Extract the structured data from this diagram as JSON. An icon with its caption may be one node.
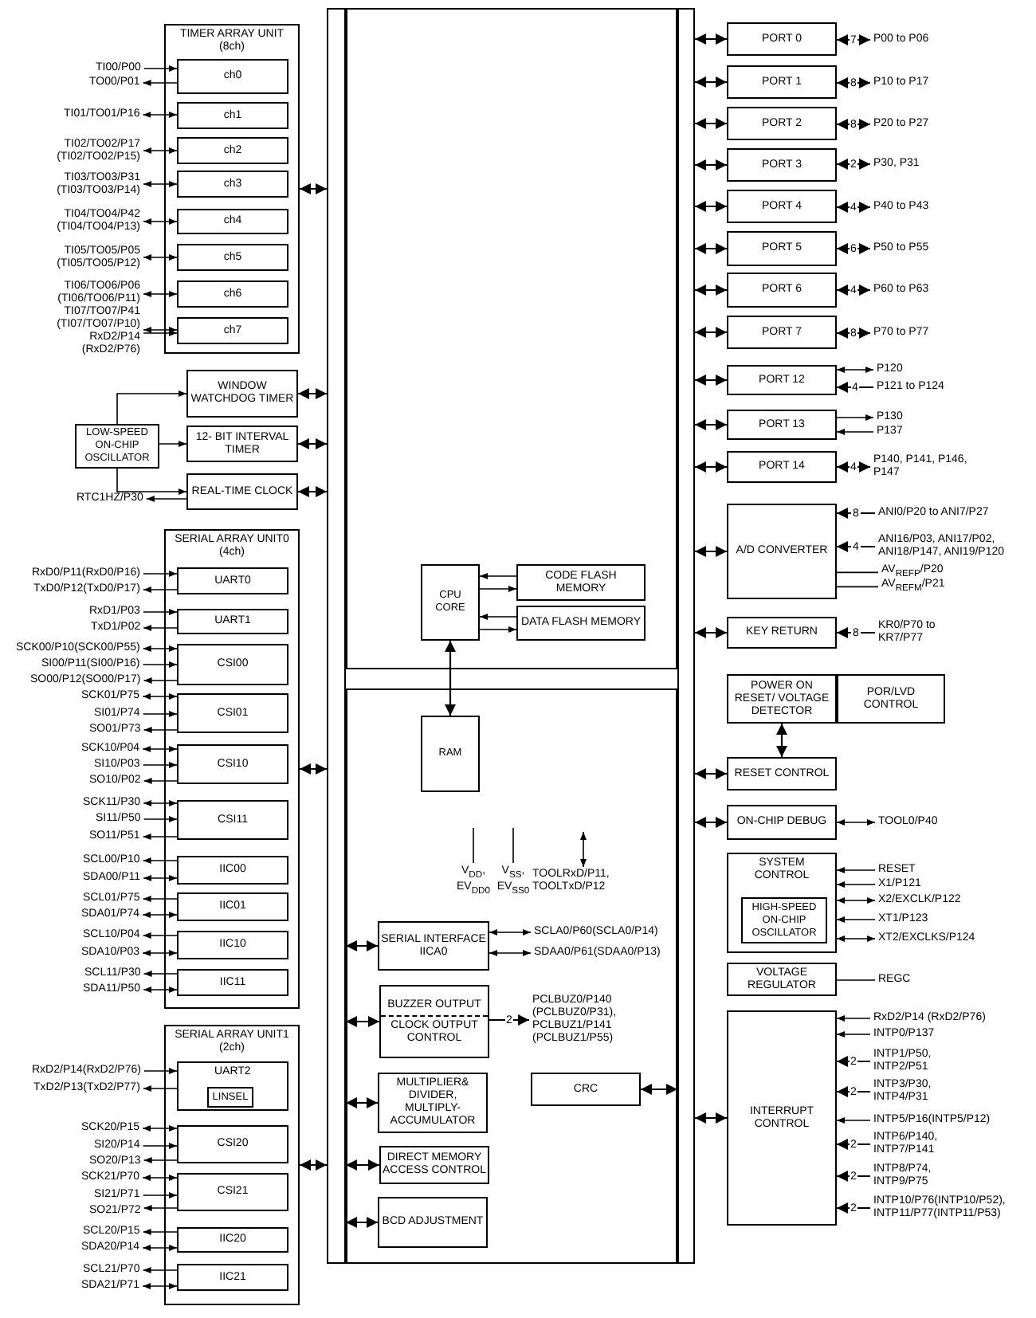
{
  "diagram": {
    "nodes": [
      {
        "text": [
          "TIMER ARRAY UNIT (8ch)"
        ]
      },
      {
        "text": [
          "ch0"
        ],
        "in": 0
      },
      {
        "text": [
          "ch1"
        ],
        "in": 0
      },
      {
        "text": [
          "ch2"
        ],
        "in": 0
      },
      {
        "text": [
          "ch3"
        ],
        "in": 0
      },
      {
        "text": [
          "ch4"
        ],
        "in": 0
      },
      {
        "text": [
          "ch5"
        ],
        "in": 0
      },
      {
        "text": [
          "ch6"
        ],
        "in": 0
      },
      {
        "text": [
          "ch7"
        ],
        "in": 0
      },
      {
        "text": [
          "TI00/P00"
        ]
      },
      {
        "text": [
          "TO00/P01"
        ]
      },
      {
        "text": [
          "TI01/TO01/P16"
        ]
      },
      {
        "text": [
          "TI02/TO02/P17 (TI02/TO02/P15)"
        ]
      },
      {
        "text": [
          "TI03/TO03/P31 (TI03/TO03/P14)"
        ]
      },
      {
        "text": [
          "TI04/TO04/P42 (TI04/TO04/P13)"
        ]
      },
      {
        "text": [
          "TI05/TO05/P05 (TI05/TO05/P12)"
        ]
      },
      {
        "text": [
          "TI06/TO06/P06 (TI06/TO06/P11)"
        ]
      },
      {
        "text": [
          "TI07/TO07/P41 (TI07/TO07/P10)"
        ]
      },
      {
        "text": [
          "RxD2/P14 (RxD2/P76)"
        ]
      },
      {
        "text": [
          "WINDOW WATCHDOG TIMER"
        ]
      },
      {
        "text": [
          "12- BIT INTERVAL TIMER"
        ]
      },
      {
        "text": [
          "LOW-SPEED ON-CHIP OSCILLATOR"
        ]
      },
      {
        "text": [
          "REAL-TIME CLOCK"
        ]
      },
      {
        "text": [
          "RTC1HZ/P30"
        ]
      },
      {
        "text": [
          "SERIAL ARRAY UNIT0 (4ch)"
        ]
      },
      {
        "text": [
          "UART0"
        ],
        "in": 24
      },
      {
        "text": [
          "UART1"
        ],
        "in": 24
      },
      {
        "text": [
          "CSI00"
        ],
        "in": 24
      },
      {
        "text": [
          "CSI01"
        ],
        "in": 24
      },
      {
        "text": [
          "CSI10"
        ],
        "in": 24
      },
      {
        "text": [
          "CSI11"
        ],
        "in": 24
      },
      {
        "text": [
          "IIC00"
        ],
        "in": 24
      },
      {
        "text": [
          "IIC01"
        ],
        "in": 24
      },
      {
        "text": [
          "IIC10"
        ],
        "in": 24
      },
      {
        "text": [
          "IIC11"
        ],
        "in": 24
      },
      {
        "text": [
          "RxD0/P11(RxD0/P16)"
        ]
      },
      {
        "text": [
          "TxD0/P12(TxD0/P17)"
        ]
      },
      {
        "text": [
          "RxD1/P03"
        ]
      },
      {
        "text": [
          "TxD1/P02"
        ]
      },
      {
        "text": [
          "SCK00/P10(SCK00/P55)"
        ]
      },
      {
        "text": [
          "SI00/P11(SI00/P16)"
        ]
      },
      {
        "text": [
          "SO00/P12(SO00/P17)"
        ]
      },
      {
        "text": [
          "SCK01/P75"
        ]
      },
      {
        "text": [
          "SI01/P74"
        ]
      },
      {
        "text": [
          "SO01/P73"
        ]
      },
      {
        "text": [
          "SCK10/P04"
        ]
      },
      {
        "text": [
          "SI10/P03"
        ]
      },
      {
        "text": [
          "SO10/P02"
        ]
      },
      {
        "text": [
          "SCK11/P30"
        ]
      },
      {
        "text": [
          "SI11/P50"
        ]
      },
      {
        "text": [
          "SO11/P51"
        ]
      },
      {
        "text": [
          "SCL00/P10"
        ]
      },
      {
        "text": [
          "SDA00/P11"
        ]
      },
      {
        "text": [
          "SCL01/P75"
        ]
      },
      {
        "text": [
          "SDA01/P74"
        ]
      },
      {
        "text": [
          "SCL10/P04"
        ]
      },
      {
        "text": [
          "SDA10/P03"
        ]
      },
      {
        "text": [
          "SCL11/P30"
        ]
      },
      {
        "text": [
          "SDA11/P50"
        ]
      },
      {
        "text": [
          "SERIAL ARRAY UNIT1 (2ch)"
        ]
      },
      {
        "text": [
          "UART2"
        ],
        "in": 59
      },
      {
        "text": [
          "LINSEL"
        ],
        "in": 60
      },
      {
        "text": [
          "CSI20"
        ],
        "in": 59
      },
      {
        "text": [
          "CSI21"
        ],
        "in": 59
      },
      {
        "text": [
          "IIC20"
        ],
        "in": 59
      },
      {
        "text": [
          "IIC21"
        ],
        "in": 59
      },
      {
        "text": [
          "RxD2/P14(RxD2/P76)"
        ]
      },
      {
        "text": [
          "TxD2/P13(TxD2/P77)"
        ]
      },
      {
        "text": [
          "SCK20/P15"
        ]
      },
      {
        "text": [
          "SI20/P14"
        ]
      },
      {
        "text": [
          "SO20/P13"
        ]
      },
      {
        "text": [
          "SCK21/P70"
        ]
      },
      {
        "text": [
          "SI21/P71"
        ]
      },
      {
        "text": [
          "SO21/P72"
        ]
      },
      {
        "text": [
          "SCL20/P15"
        ]
      },
      {
        "text": [
          "SDA20/P14"
        ]
      },
      {
        "text": [
          "SCL21/P70"
        ]
      },
      {
        "text": [
          "SDA21/P71"
        ]
      },
      {
        "text": [],
        "shape": "bar"
      },
      {
        "text": [],
        "shape": "box"
      },
      {
        "text": [
          "CPU CORE"
        ],
        "in": 79
      },
      {
        "text": [
          "CODE FLASH MEMORY"
        ],
        "in": 79
      },
      {
        "text": [
          "DATA FLASH MEMORY"
        ],
        "in": 79
      },
      {
        "text": [],
        "shape": "box"
      },
      {
        "text": [
          "RAM"
        ],
        "in": 83
      },
      {
        "text": [
          "V$_{DD}$, EV$_{DD0}$"
        ],
        "in": 83
      },
      {
        "text": [
          "V$_{SS}$, EV$_{SS0}$"
        ],
        "in": 83
      },
      {
        "text": [
          "TOOLRxD/P11, TOOLTxD/P12"
        ],
        "in": 83
      },
      {
        "text": [
          "SERIAL INTERFACE IICA0"
        ],
        "in": 83
      },
      {
        "text": [
          "SCLA0/P60(SCLA0/P14)"
        ],
        "in": 83
      },
      {
        "text": [
          "SDAA0/P61(SDAA0/P13)"
        ],
        "in": 83
      },
      {
        "text": [
          "BUZZER OUTPUT",
          "CLOCK OUTPUT CONTROL"
        ],
        "in": 83
      },
      {
        "text": [
          "PCLBUZ0/P140 (PCLBUZ0/P31), PCLBUZ1/P141 (PCLBUZ1/P55)"
        ],
        "in": 83
      },
      {
        "text": [
          "MULTIPLIER& DIVIDER, MULTIPLY-ACCUMULATOR"
        ],
        "in": 83
      },
      {
        "text": [
          "DIRECT MEMORY ACCESS CONTROL"
        ],
        "in": 83
      },
      {
        "text": [
          "BCD ADJUSTMENT"
        ],
        "in": 83
      },
      {
        "text": [
          "CRC"
        ],
        "in": 83
      },
      {
        "text": [],
        "shape": "bar"
      },
      {
        "text": [
          "PORT 0"
        ]
      },
      {
        "text": [
          "PORT 1"
        ]
      },
      {
        "text": [
          "PORT 2"
        ]
      },
      {
        "text": [
          "PORT 3"
        ]
      },
      {
        "text": [
          "PORT 4"
        ]
      },
      {
        "text": [
          "PORT 5"
        ]
      },
      {
        "text": [
          "PORT 6"
        ]
      },
      {
        "text": [
          "PORT 7"
        ]
      },
      {
        "text": [
          "PORT 12"
        ]
      },
      {
        "text": [
          "PORT 13"
        ]
      },
      {
        "text": [
          "PORT 14"
        ]
      },
      {
        "text": [
          "P00 to P06"
        ]
      },
      {
        "text": [
          "P10 to P17"
        ]
      },
      {
        "text": [
          "P20 to P27"
        ]
      },
      {
        "text": [
          "P30, P31"
        ]
      },
      {
        "text": [
          "P40 to P43"
        ]
      },
      {
        "text": [
          "P50 to P55"
        ]
      },
      {
        "text": [
          "P60 to P63"
        ]
      },
      {
        "text": [
          "P70 to P77"
        ]
      },
      {
        "text": [
          "P120"
        ]
      },
      {
        "text": [
          "P121 to P124"
        ]
      },
      {
        "text": [
          "P130"
        ]
      },
      {
        "text": [
          "P137"
        ]
      },
      {
        "text": [
          "P140, P141, P146, P147"
        ]
      },
      {
        "text": [
          "A/D CONVERTER"
        ]
      },
      {
        "text": [
          "ANI0/P20 to ANI7/P27"
        ]
      },
      {
        "text": [
          "ANI16/P03, ANI17/P02, ANI18/P147, ANI19/P120"
        ]
      },
      {
        "text": [
          "AV$_{REFP}$/P20"
        ]
      },
      {
        "text": [
          "AV$_{REFM}$/P21"
        ]
      },
      {
        "text": [
          "KEY RETURN"
        ]
      },
      {
        "text": [
          "KR0/P70 to KR7/P77"
        ]
      },
      {
        "text": [
          "POWER ON RESET/ VOLTAGE DETECTOR"
        ]
      },
      {
        "text": [
          "POR/LVD CONTROL"
        ]
      },
      {
        "text": [
          "RESET CONTROL"
        ]
      },
      {
        "text": [
          "ON-CHIP DEBUG"
        ]
      },
      {
        "text": [
          "TOOL0/P40"
        ]
      },
      {
        "text": [
          "SYSTEM CONTROL"
        ]
      },
      {
        "text": [
          "HIGH-SPEED ON-CHIP OSCILLATOR"
        ],
        "in": 134
      },
      {
        "text": [
          "RESET"
        ]
      },
      {
        "text": [
          "X1/P121"
        ]
      },
      {
        "text": [
          "X2/EXCLK/P122"
        ]
      },
      {
        "text": [
          "XT1/P123"
        ]
      },
      {
        "text": [
          "XT2/EXCLKS/P124"
        ]
      },
      {
        "text": [
          "VOLTAGE REGULATOR"
        ]
      },
      {
        "text": [
          "REGC"
        ]
      },
      {
        "text": [
          "INTERRUPT CONTROL"
        ]
      },
      {
        "text": [
          "RxD2/P14 (RxD2/P76)"
        ]
      },
      {
        "text": [
          "INTP0/P137"
        ]
      },
      {
        "text": [
          "INTP1/P50, INTP2/P51"
        ]
      },
      {
        "text": [
          "INTP3/P30, INTP4/P31"
        ]
      },
      {
        "text": [
          "INTP5/P16(INTP5/P12)"
        ]
      },
      {
        "text": [
          "INTP6/P140, INTP7/P141"
        ]
      },
      {
        "text": [
          "INTP8/P74, INTP9/P75"
        ]
      },
      {
        "text": [
          "INTP10/P76(INTP10/P52), INTP11/P77(INTP11/P53)"
        ]
      }
    ],
    "edges": [
      {
        "from": 9,
        "to": 1,
        "arrow": "to"
      },
      {
        "from": 1,
        "to": 10,
        "arrow": "to"
      },
      {
        "from": 11,
        "to": 2,
        "arrow": "both"
      },
      {
        "from": 12,
        "to": 3,
        "arrow": "both"
      },
      {
        "from": 13,
        "to": 4,
        "arrow": "both"
      },
      {
        "from": 14,
        "to": 5,
        "arrow": "both"
      },
      {
        "from": 15,
        "to": 6,
        "arrow": "both"
      },
      {
        "from": 16,
        "to": 7,
        "arrow": "both"
      },
      {
        "from": 17,
        "to": 8,
        "arrow": "both"
      },
      {
        "from": 18,
        "to": 8,
        "arrow": "to"
      },
      {
        "from": 0,
        "to": 78,
        "arrow": "both"
      },
      {
        "from": 19,
        "to": 78,
        "arrow": "both"
      },
      {
        "from": 20,
        "to": 78,
        "arrow": "both"
      },
      {
        "from": 22,
        "to": 78,
        "arrow": "both"
      },
      {
        "from": 21,
        "to": 19,
        "arrow": "to"
      },
      {
        "from": 21,
        "to": 20,
        "arrow": "to"
      },
      {
        "from": 21,
        "to": 22,
        "arrow": "to"
      },
      {
        "from": 22,
        "to": 23,
        "arrow": "to"
      },
      {
        "from": 35,
        "to": 25,
        "arrow": "to"
      },
      {
        "from": 25,
        "to": 36,
        "arrow": "to"
      },
      {
        "from": 37,
        "to": 26,
        "arrow": "to"
      },
      {
        "from": 26,
        "to": 38,
        "arrow": "to"
      },
      {
        "from": 39,
        "to": 27,
        "arrow": "both"
      },
      {
        "from": 40,
        "to": 27,
        "arrow": "to"
      },
      {
        "from": 27,
        "to": 41,
        "arrow": "to"
      },
      {
        "from": 42,
        "to": 28,
        "arrow": "both"
      },
      {
        "from": 43,
        "to": 28,
        "arrow": "to"
      },
      {
        "from": 28,
        "to": 44,
        "arrow": "to"
      },
      {
        "from": 45,
        "to": 29,
        "arrow": "both"
      },
      {
        "from": 46,
        "to": 29,
        "arrow": "to"
      },
      {
        "from": 29,
        "to": 47,
        "arrow": "to"
      },
      {
        "from": 48,
        "to": 30,
        "arrow": "both"
      },
      {
        "from": 49,
        "to": 30,
        "arrow": "to"
      },
      {
        "from": 30,
        "to": 50,
        "arrow": "to"
      },
      {
        "from": 31,
        "to": 51,
        "arrow": "to"
      },
      {
        "from": 52,
        "to": 31,
        "arrow": "both"
      },
      {
        "from": 32,
        "to": 53,
        "arrow": "to"
      },
      {
        "from": 54,
        "to": 32,
        "arrow": "both"
      },
      {
        "from": 33,
        "to": 55,
        "arrow": "to"
      },
      {
        "from": 56,
        "to": 33,
        "arrow": "both"
      },
      {
        "from": 34,
        "to": 57,
        "arrow": "to"
      },
      {
        "from": 58,
        "to": 34,
        "arrow": "both"
      },
      {
        "from": 24,
        "to": 78,
        "arrow": "both"
      },
      {
        "from": 66,
        "to": 60,
        "arrow": "to"
      },
      {
        "from": 60,
        "to": 67,
        "arrow": "to"
      },
      {
        "from": 68,
        "to": 62,
        "arrow": "both"
      },
      {
        "from": 69,
        "to": 62,
        "arrow": "to"
      },
      {
        "from": 62,
        "to": 70,
        "arrow": "to"
      },
      {
        "from": 71,
        "to": 63,
        "arrow": "both"
      },
      {
        "from": 72,
        "to": 63,
        "arrow": "to"
      },
      {
        "from": 63,
        "to": 73,
        "arrow": "to"
      },
      {
        "from": 64,
        "to": 74,
        "arrow": "to"
      },
      {
        "from": 75,
        "to": 64,
        "arrow": "both"
      },
      {
        "from": 65,
        "to": 76,
        "arrow": "to"
      },
      {
        "from": 77,
        "to": 65,
        "arrow": "both"
      },
      {
        "from": 59,
        "to": 78,
        "arrow": "both"
      },
      {
        "from": 80,
        "to": 84,
        "arrow": "both"
      },
      {
        "from": 81,
        "to": 80,
        "arrow": "to"
      },
      {
        "from": 80,
        "to": 81,
        "arrow": "to"
      },
      {
        "from": 82,
        "to": 80,
        "arrow": "to"
      },
      {
        "from": 80,
        "to": 82,
        "arrow": "to"
      },
      {
        "from": 85,
        "to": null,
        "arrow": "none"
      },
      {
        "from": 86,
        "to": null,
        "arrow": "none"
      },
      {
        "from": 87,
        "to": null,
        "arrow": "both"
      },
      {
        "from": 88,
        "to": 78,
        "arrow": "both"
      },
      {
        "from": 88,
        "to": 89,
        "arrow": "both"
      },
      {
        "from": 88,
        "to": 90,
        "arrow": "both"
      },
      {
        "from": 91,
        "to": 78,
        "arrow": "both"
      },
      {
        "from": 91,
        "to": 92,
        "arrow": "to",
        "label": "2"
      },
      {
        "from": 93,
        "to": 78,
        "arrow": "both"
      },
      {
        "from": 94,
        "to": 78,
        "arrow": "both"
      },
      {
        "from": 95,
        "to": 78,
        "arrow": "both"
      },
      {
        "from": 96,
        "to": 97,
        "arrow": "both"
      },
      {
        "from": 98,
        "to": 97,
        "arrow": "both"
      },
      {
        "from": 99,
        "to": 97,
        "arrow": "both"
      },
      {
        "from": 100,
        "to": 97,
        "arrow": "both"
      },
      {
        "from": 101,
        "to": 97,
        "arrow": "both"
      },
      {
        "from": 102,
        "to": 97,
        "arrow": "both"
      },
      {
        "from": 103,
        "to": 97,
        "arrow": "both"
      },
      {
        "from": 104,
        "to": 97,
        "arrow": "both"
      },
      {
        "from": 105,
        "to": 97,
        "arrow": "both"
      },
      {
        "from": 106,
        "to": 97,
        "arrow": "both"
      },
      {
        "from": 107,
        "to": 97,
        "arrow": "both"
      },
      {
        "from": 108,
        "to": 97,
        "arrow": "both"
      },
      {
        "from": 98,
        "to": 109,
        "arrow": "both",
        "label": "7"
      },
      {
        "from": 99,
        "to": 110,
        "arrow": "both",
        "label": "8"
      },
      {
        "from": 100,
        "to": 111,
        "arrow": "both",
        "label": "8"
      },
      {
        "from": 101,
        "to": 112,
        "arrow": "both",
        "label": "2"
      },
      {
        "from": 102,
        "to": 113,
        "arrow": "both",
        "label": "4"
      },
      {
        "from": 103,
        "to": 114,
        "arrow": "both",
        "label": "6"
      },
      {
        "from": 104,
        "to": 115,
        "arrow": "both",
        "label": "4"
      },
      {
        "from": 105,
        "to": 116,
        "arrow": "both",
        "label": "8"
      },
      {
        "from": 106,
        "to": 117,
        "arrow": "both"
      },
      {
        "from": 118,
        "to": 106,
        "arrow": "to",
        "label": "4"
      },
      {
        "from": 107,
        "to": 119,
        "arrow": "to"
      },
      {
        "from": 120,
        "to": 107,
        "arrow": "to"
      },
      {
        "from": 108,
        "to": 121,
        "arrow": "both",
        "label": "4"
      },
      {
        "from": 122,
        "to": 97,
        "arrow": "both"
      },
      {
        "from": 123,
        "to": 122,
        "arrow": "to",
        "label": "8"
      },
      {
        "from": 124,
        "to": 122,
        "arrow": "to",
        "label": "4"
      },
      {
        "from": 125,
        "to": 122,
        "arrow": "none"
      },
      {
        "from": 126,
        "to": 122,
        "arrow": "none"
      },
      {
        "from": 127,
        "to": 97,
        "arrow": "both"
      },
      {
        "from": 128,
        "to": 127,
        "arrow": "to",
        "label": "8"
      },
      {
        "from": 129,
        "to": 131,
        "arrow": "both"
      },
      {
        "from": 131,
        "to": 97,
        "arrow": "both"
      },
      {
        "from": 132,
        "to": 97,
        "arrow": "both"
      },
      {
        "from": 132,
        "to": 133,
        "arrow": "both"
      },
      {
        "from": 136,
        "to": 134,
        "arrow": "to"
      },
      {
        "from": 137,
        "to": 134,
        "arrow": "to"
      },
      {
        "from": 138,
        "to": 134,
        "arrow": "both"
      },
      {
        "from": 139,
        "to": 134,
        "arrow": "to"
      },
      {
        "from": 140,
        "to": 134,
        "arrow": "both"
      },
      {
        "from": 141,
        "to": 142,
        "arrow": "none"
      },
      {
        "from": 143,
        "to": 97,
        "arrow": "both"
      },
      {
        "from": 144,
        "to": 143,
        "arrow": "to"
      },
      {
        "from": 145,
        "to": 143,
        "arrow": "to"
      },
      {
        "from": 146,
        "to": 143,
        "arrow": "to",
        "label": "2"
      },
      {
        "from": 147,
        "to": 143,
        "arrow": "to",
        "label": "2"
      },
      {
        "from": 148,
        "to": 143,
        "arrow": "to"
      },
      {
        "from": 149,
        "to": 143,
        "arrow": "to",
        "label": "2"
      },
      {
        "from": 150,
        "to": 143,
        "arrow": "to",
        "label": "2"
      },
      {
        "from": 151,
        "to": 143,
        "arrow": "to",
        "label": "2"
      }
    ]
  }
}
